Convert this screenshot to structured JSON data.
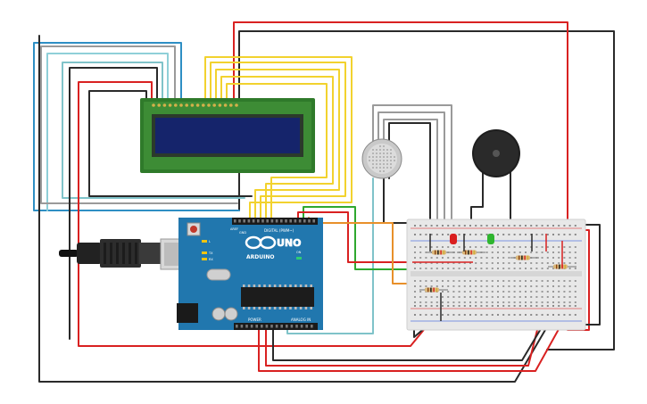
{
  "board": {
    "name": "UNO",
    "brand": "ARDUINO",
    "digital_header": "DIGITAL (PWM~)",
    "analog_header": "ANALOG IN",
    "power_header": "POWER",
    "aref": "AREF",
    "gnd": "GND",
    "tx": "TX",
    "rx": "RX",
    "l": "L",
    "on": "ON"
  },
  "colors": {
    "board": "#1f6fa3",
    "lcd_pcb": "#2f7a2a",
    "lcd_screen": "#15246b",
    "breadboard": "#e8e8e8",
    "wire_red": "#d92121",
    "wire_black": "#2a2a2a",
    "wire_yellow": "#f2d22e",
    "wire_blue": "#2e8fc4",
    "wire_green": "#2fa82f",
    "wire_orange": "#e8902a",
    "wire_grey": "#9a9a9a"
  }
}
